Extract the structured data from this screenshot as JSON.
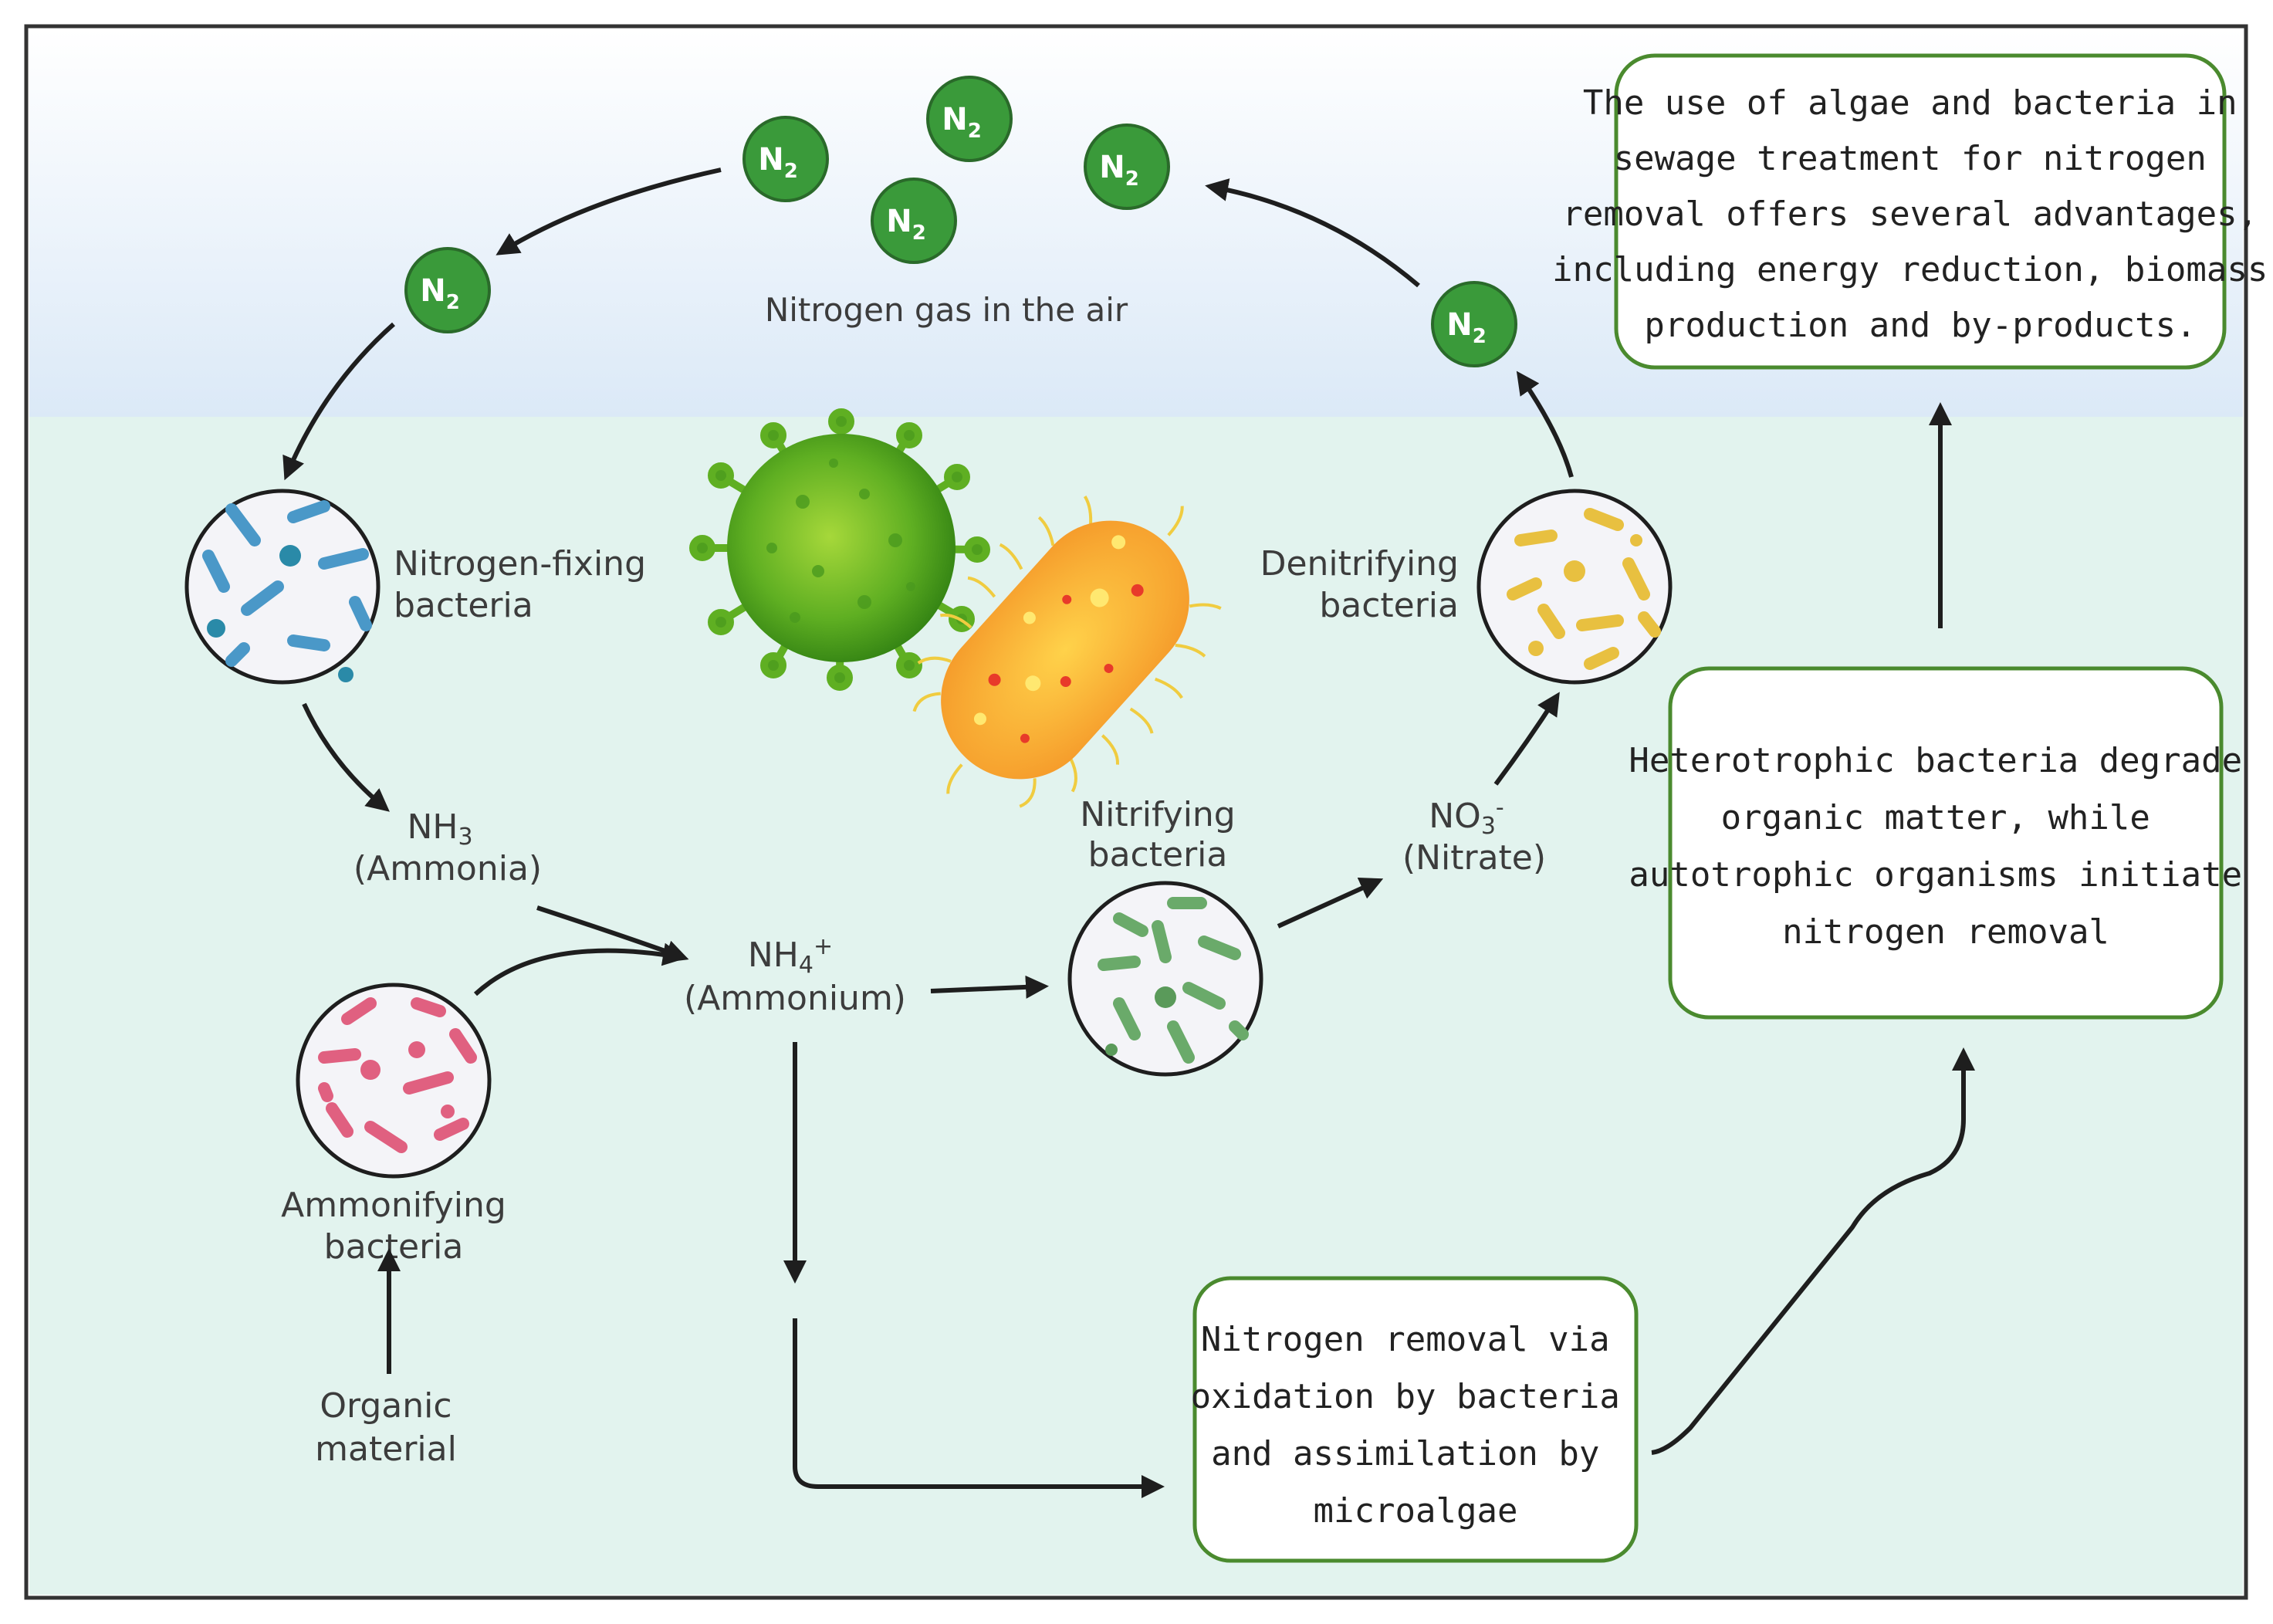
{
  "n2_molecules": [
    {
      "main": "N",
      "sub": "2"
    },
    {
      "main": "N",
      "sub": "2"
    },
    {
      "main": "N",
      "sub": "2"
    },
    {
      "main": "N",
      "sub": "2"
    },
    {
      "main": "N",
      "sub": "2"
    },
    {
      "main": "N",
      "sub": "2"
    }
  ],
  "labels": {
    "air": "Nitrogen gas in the air",
    "nitrogen_fixing": [
      "Nitrogen-fixing",
      "bacteria"
    ],
    "denitrifying": [
      "Denitrifying",
      "bacteria"
    ],
    "nh3": {
      "main": "NH",
      "sub": "3",
      "name": "(Ammonia)"
    },
    "nh4": {
      "main": "NH",
      "sub": "4",
      "sup": "+",
      "name": "(Ammonium)"
    },
    "no3": {
      "main": "NO",
      "sub": "3",
      "sup": "-",
      "name": "(Nitrate)"
    },
    "nitrifying": [
      "Nitrifying",
      "bacteria"
    ],
    "ammonifying": [
      "Ammonifying",
      "bacteria"
    ],
    "organic": [
      "Organic",
      "material"
    ]
  },
  "boxes": {
    "top": [
      "The use of algae and bacteria in",
      "sewage treatment for nitrogen",
      "removal offers  several advantages,",
      "including energy reduction, biomass",
      "production and by-products."
    ],
    "middle": [
      "Heterotrophic bacteria degrade",
      "organic matter, while",
      "autotrophic organisms initiate",
      "nitrogen removal"
    ],
    "bottom": [
      "Nitrogen removal via",
      "oxidation by bacteria",
      "and assimilation by",
      "microalgae"
    ]
  },
  "colors": {
    "sky": "#e2eefa",
    "water": "#e2f3ee",
    "n2_green": "#3a9a3a",
    "box_border": "#4a8a2e",
    "blue_bacteria": "#4a98c8",
    "yellow_bacteria": "#e8c040",
    "green_bacteria": "#6aaa6a",
    "pink_bacteria": "#e06080"
  }
}
